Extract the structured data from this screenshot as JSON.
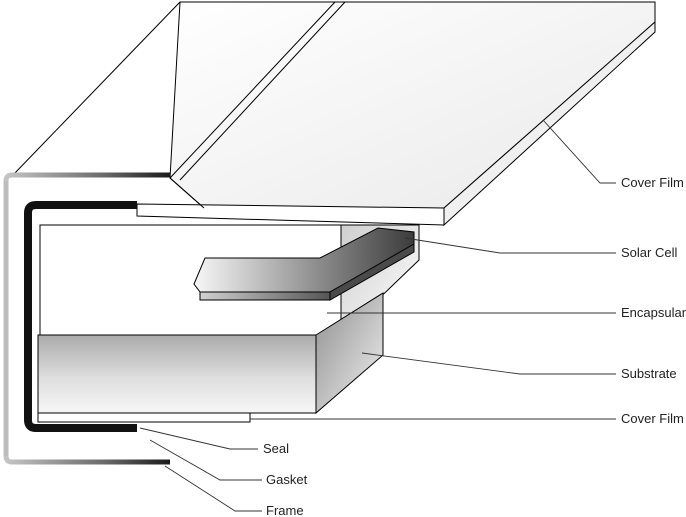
{
  "labels": {
    "cover_film_top": "Cover Film",
    "solar_cell": "Solar Cell",
    "encapsulant": "Encapsulant",
    "substrate": "Substrate",
    "cover_film_bottom": "Cover Film",
    "seal": "Seal",
    "gasket": "Gasket",
    "frame": "Frame"
  },
  "colors": {
    "outline": "#000000",
    "leader": "#333333",
    "gasket": "#111111",
    "frame_light": "#bdbdbd"
  }
}
